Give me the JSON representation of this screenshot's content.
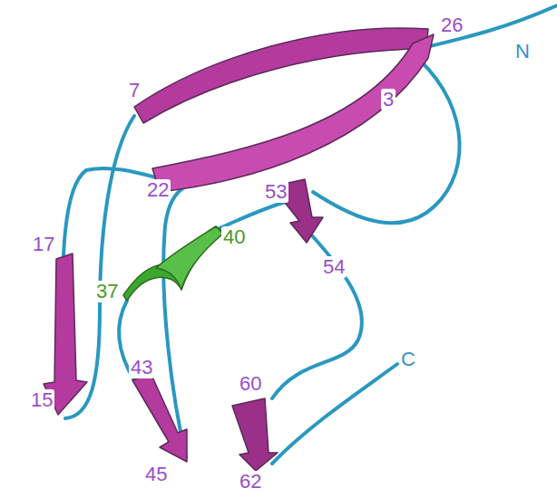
{
  "diagram": {
    "labels": [
      "26",
      "N",
      "3",
      "7",
      "22",
      "53",
      "17",
      "40",
      "54",
      "37",
      "43",
      "60",
      "C",
      "15",
      "45",
      "62"
    ]
  }
}
